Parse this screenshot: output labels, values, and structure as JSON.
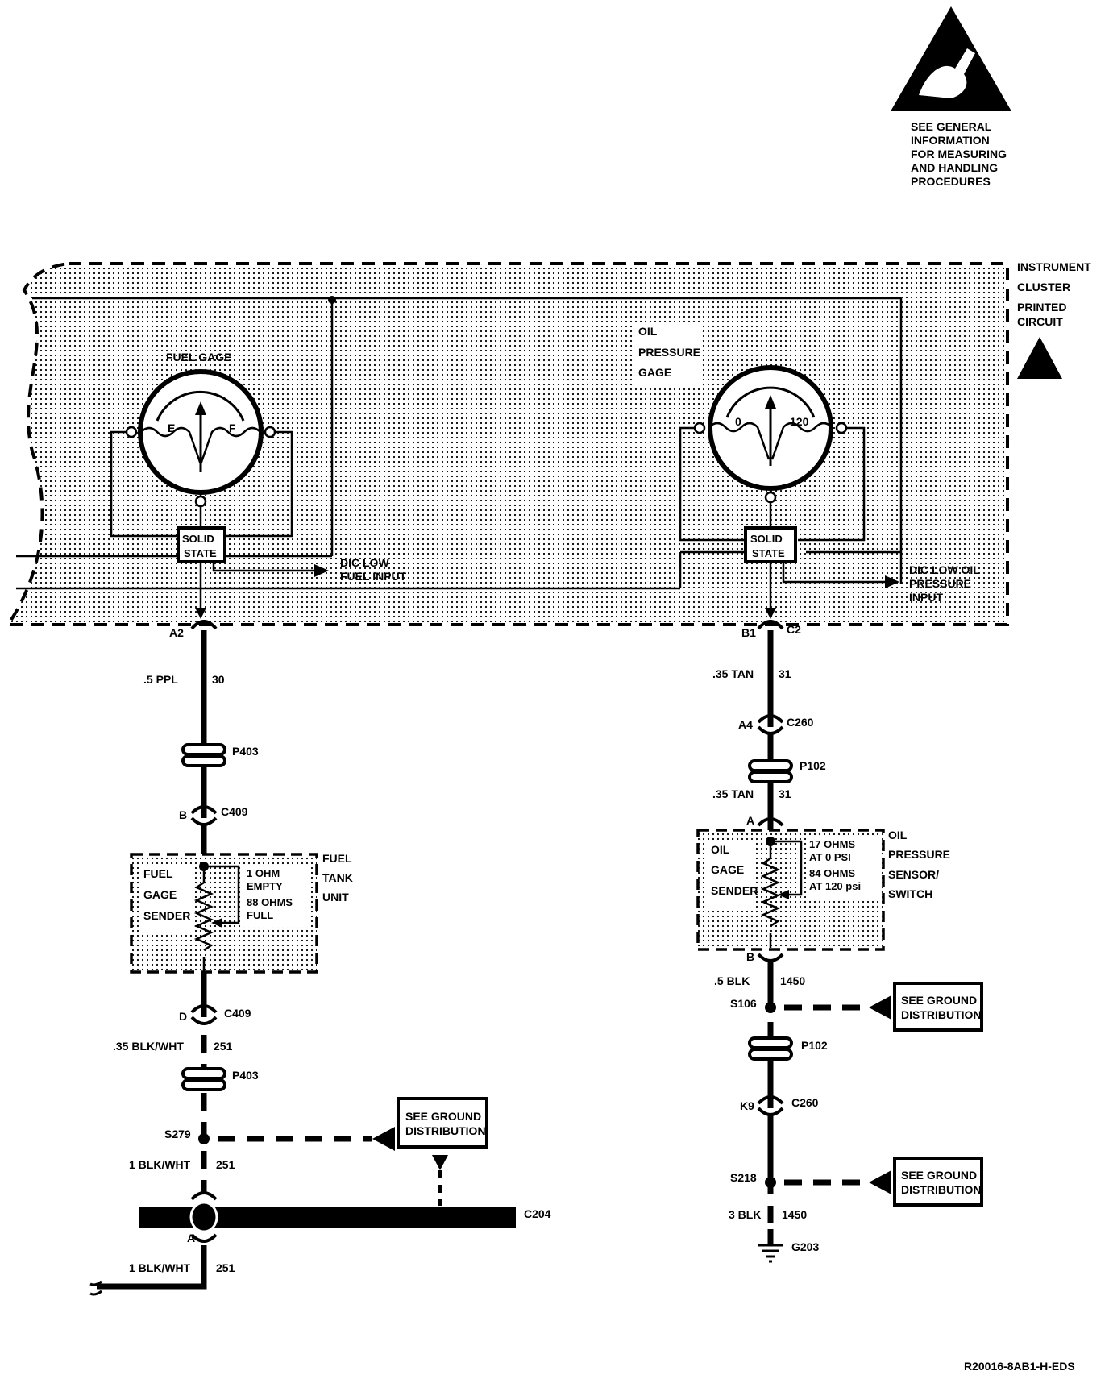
{
  "esd_note": [
    "SEE GENERAL",
    "INFORMATION",
    "FOR MEASURING",
    "AND HANDLING",
    "PROCEDURES"
  ],
  "instrument_cluster": [
    "INSTRUMENT",
    "CLUSTER",
    "PRINTED",
    "CIRCUIT"
  ],
  "fuel_gage": {
    "title": "FUEL GAGE",
    "empty": "E",
    "full": "F",
    "solid_state": [
      "SOLID",
      "STATE"
    ],
    "dic_output": [
      "DIC LOW",
      "FUEL INPUT"
    ]
  },
  "oil_gage": {
    "title": [
      "OIL",
      "PRESSURE",
      "GAGE"
    ],
    "min": "0",
    "max": "120",
    "solid_state": [
      "SOLID",
      "STATE"
    ],
    "dic_output": [
      "DIC LOW OIL",
      "PRESSURE",
      "INPUT"
    ]
  },
  "fuel_circuit": {
    "connector_a2": "A2",
    "wire_1_gauge": ".5 PPL",
    "wire_1_circuit": "30",
    "p403_top": "P403",
    "c409_top_pin": "B",
    "c409_top": "C409",
    "tank_unit": [
      "FUEL",
      "TANK",
      "UNIT"
    ],
    "sender": [
      "FUEL",
      "GAGE",
      "SENDER"
    ],
    "sender_values": [
      "1 OHM",
      "EMPTY",
      "88 OHMS",
      "FULL"
    ],
    "c409_bottom_pin": "D",
    "c409_bottom": "C409",
    "wire_2_gauge": ".35 BLK/WHT",
    "wire_2_circuit": "251",
    "p403_bottom": "P403",
    "splice": "S279",
    "ground_ref": [
      "SEE GROUND",
      "DISTRIBUTION"
    ],
    "wire_3_gauge": "1 BLK/WHT",
    "wire_3_circuit": "251",
    "c204": "C204",
    "c204_pin": "A",
    "wire_4_gauge": "1 BLK/WHT",
    "wire_4_circuit": "251"
  },
  "oil_circuit": {
    "connector_pin": "B1",
    "connector": "C2",
    "wire_1_gauge": ".35 TAN",
    "wire_1_circuit": "31",
    "c260_top_pin": "A4",
    "c260_top": "C260",
    "p102_top": "P102",
    "wire_2_gauge": ".35 TAN",
    "wire_2_circuit": "31",
    "sensor_pin_a": "A",
    "sensor_unit": [
      "OIL",
      "PRESSURE",
      "SENSOR/",
      "SWITCH"
    ],
    "sender": [
      "OIL",
      "GAGE",
      "SENDER"
    ],
    "sender_values": [
      "17 OHMS",
      "AT 0 PSI",
      "84 OHMS",
      "AT 120 psi"
    ],
    "sensor_pin_b": "B",
    "wire_3_gauge": ".5 BLK",
    "wire_3_circuit": "1450",
    "splice_1": "S106",
    "ground_ref_1": [
      "SEE GROUND",
      "DISTRIBUTION"
    ],
    "p102_bottom": "P102",
    "c260_bottom_pin": "K9",
    "c260_bottom": "C260",
    "splice_2": "S218",
    "ground_ref_2": [
      "SEE GROUND",
      "DISTRIBUTION"
    ],
    "wire_4_gauge": "3 BLK",
    "wire_4_circuit": "1450",
    "ground": "G203"
  },
  "figure_id": "R20016-8AB1-H-EDS"
}
